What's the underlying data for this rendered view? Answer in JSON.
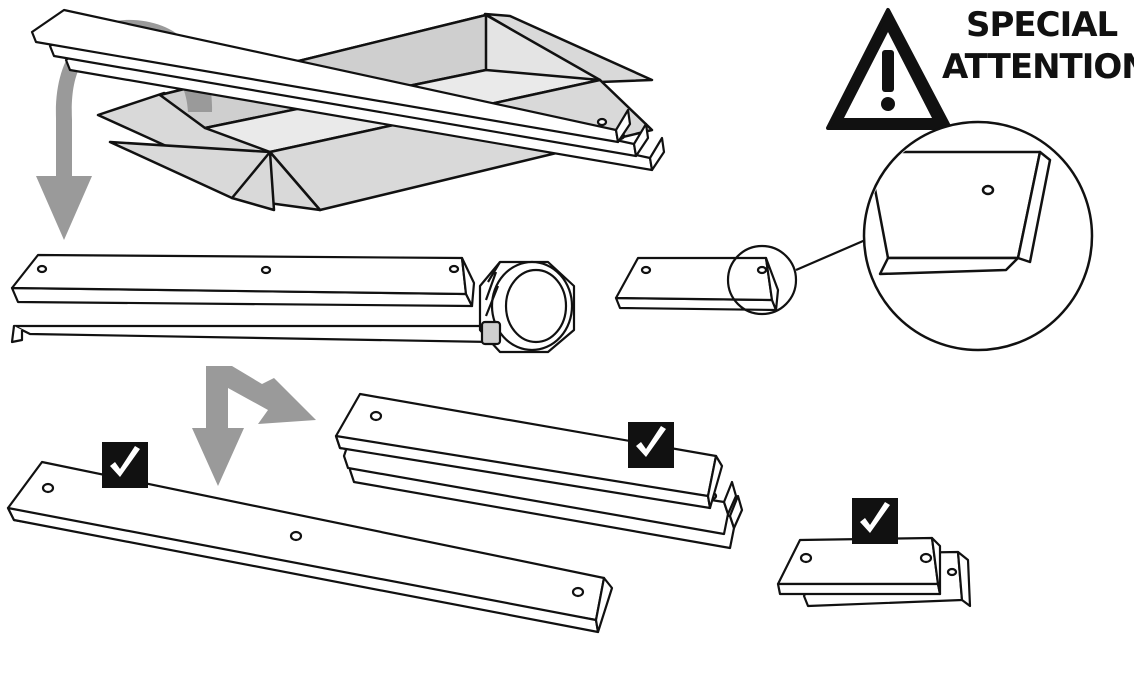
{
  "warning": {
    "line1": "SPECIAL",
    "line2": "ATTENTION"
  },
  "colors": {
    "stroke": "#111111",
    "box_fill": "#d9d9d9",
    "arrow_fill": "#9a9a9a",
    "board_fill": "#ffffff",
    "check_bg": "#111111",
    "check_mark": "#ffffff"
  },
  "icons": [
    "warning-triangle-icon",
    "checkmark-icon",
    "curved-arrow-icon",
    "split-arrow-icon",
    "tape-measure-icon",
    "magnifier-circle"
  ]
}
